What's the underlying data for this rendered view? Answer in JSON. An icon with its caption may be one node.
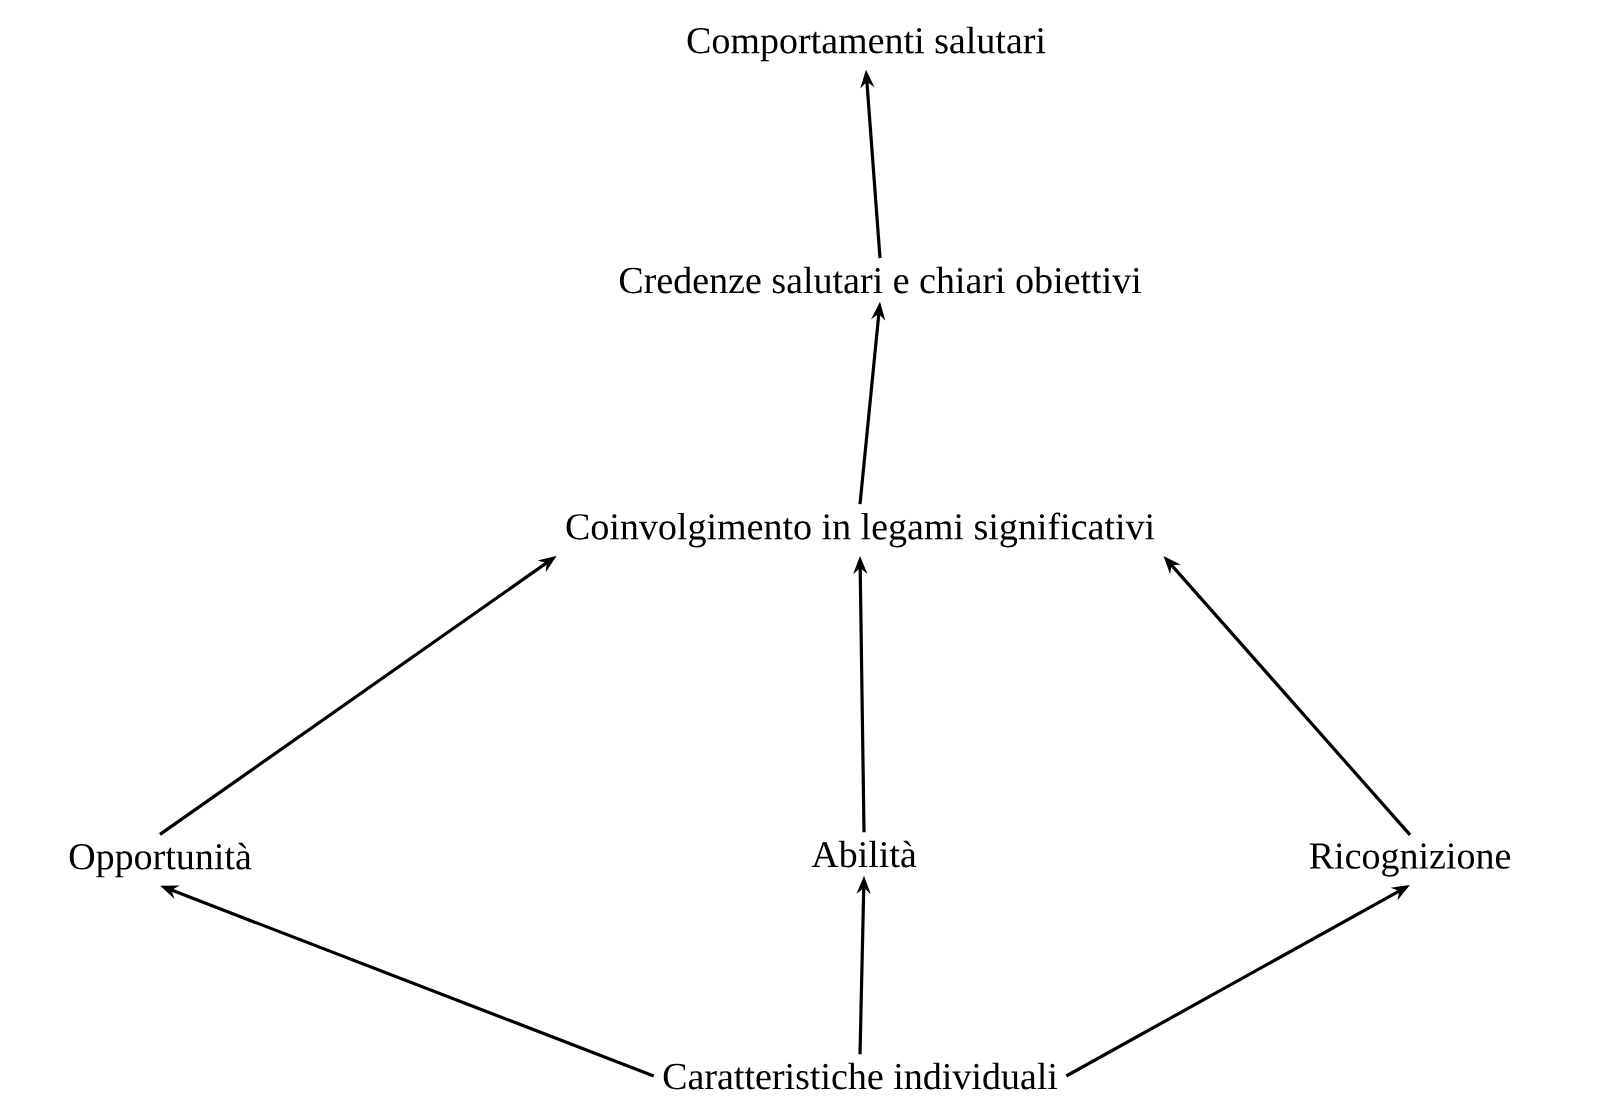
{
  "diagram": {
    "nodes": [
      {
        "text": [
          "Comportamenti salutari"
        ]
      },
      {
        "text": [
          "Credenze salutari e chiari obiettivi"
        ]
      },
      {
        "text": [
          "Coinvolgimento in legami significativi"
        ]
      },
      {
        "text": [
          "Opportunità"
        ]
      },
      {
        "text": [
          "Abilità"
        ]
      },
      {
        "text": [
          "Ricognizione"
        ]
      },
      {
        "text": [
          "Caratteristiche individuali"
        ]
      }
    ],
    "edges": [
      {
        "from": 1,
        "to": 0,
        "arrow": "to"
      },
      {
        "from": 2,
        "to": 1,
        "arrow": "to"
      },
      {
        "from": 3,
        "to": 2,
        "arrow": "to"
      },
      {
        "from": 4,
        "to": 2,
        "arrow": "to"
      },
      {
        "from": 5,
        "to": 2,
        "arrow": "to"
      },
      {
        "from": 6,
        "to": 3,
        "arrow": "to"
      },
      {
        "from": 6,
        "to": 4,
        "arrow": "to"
      },
      {
        "from": 6,
        "to": 5,
        "arrow": "to"
      }
    ]
  }
}
